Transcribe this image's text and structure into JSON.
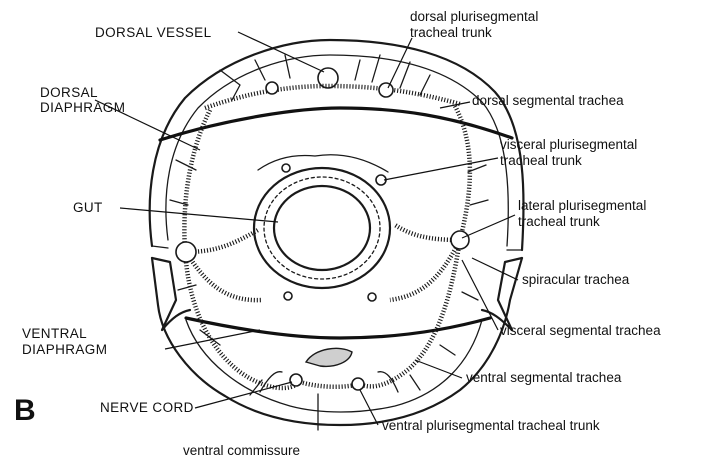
{
  "panel_letter": "B",
  "labels": {
    "dorsal_vessel": "DORSAL VESSEL",
    "dorsal_diaphragm_1": "DORSAL",
    "dorsal_diaphragm_2": "DIAPHRAGM",
    "gut": "GUT",
    "ventral_diaphragm_1": "VENTRAL",
    "ventral_diaphragm_2": "DIAPHRAGM",
    "nerve_cord": "NERVE CORD",
    "ventral_commissure": "ventral commissure",
    "dorsal_plurisegmental_1": "dorsal plurisegmental",
    "dorsal_plurisegmental_2": "tracheal trunk",
    "dorsal_segmental": "dorsal segmental trachea",
    "visceral_plurisegmental_1": "visceral plurisegmental",
    "visceral_plurisegmental_2": "tracheal trunk",
    "lateral_plurisegmental_1": "lateral plurisegmental",
    "lateral_plurisegmental_2": "tracheal trunk",
    "spiracular": "spiracular trachea",
    "visceral_segmental": "visceral segmental trachea",
    "ventral_segmental": "ventral segmental trachea",
    "ventral_plurisegmental": "ventral plurisegmental tracheal trunk"
  }
}
